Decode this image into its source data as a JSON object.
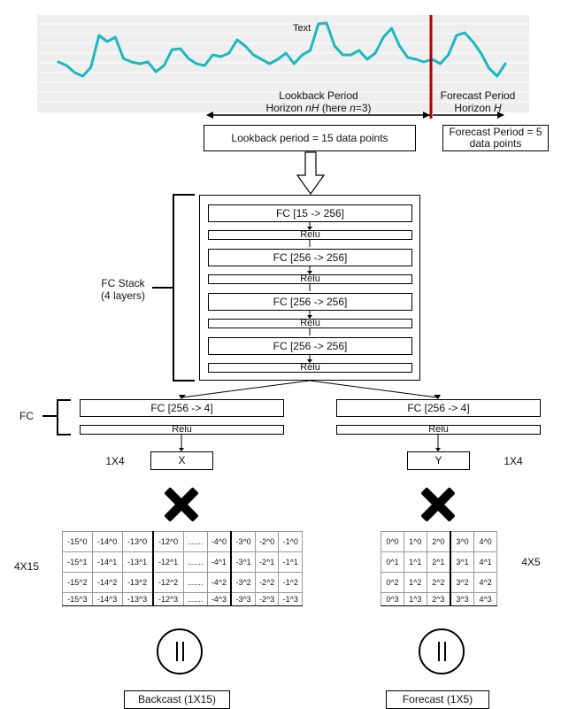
{
  "chart": {
    "text_label": "Text",
    "values": [
      52,
      48,
      40,
      36,
      46,
      82,
      75,
      80,
      56,
      52,
      50,
      52,
      41,
      48,
      66,
      67,
      56,
      50,
      48,
      60,
      58,
      62,
      77,
      70,
      60,
      55,
      50,
      55,
      62,
      50,
      60,
      65,
      95,
      96,
      70,
      60,
      60,
      65,
      55,
      62,
      80,
      90,
      70,
      57,
      55,
      52,
      55,
      50,
      60,
      82,
      85,
      75,
      62,
      45,
      36,
      50
    ],
    "forecast_split_index": 45,
    "colors": {
      "line": "#1cb8c0",
      "divider": "#b20000"
    }
  },
  "header": {
    "lookback_title": "Lookback Period",
    "lookback_horizon_prefix": "Horizon ",
    "lookback_horizon_var": "nH",
    "lookback_horizon_mid": " (here ",
    "lookback_horizon_n": "n",
    "lookback_horizon_suffix": "=3)",
    "forecast_title": "Forecast Period",
    "forecast_horizon_prefix": "Horizon ",
    "forecast_horizon_var": "H"
  },
  "lookback_box": "Lookback period = 15 data points",
  "forecast_box": "Forecast Period = 5 data points",
  "fc_stack": {
    "label": "FC Stack\n(4 layers)",
    "layers": [
      "FC [15 -> 256]",
      "FC [256 -> 256]",
      "FC [256 -> 256]",
      "FC [256 -> 256]"
    ],
    "relu": "Relu"
  },
  "fc_label": "FC",
  "left_branch": {
    "fc": "FC [256 -> 4]",
    "relu": "Relu",
    "output": "X",
    "dim": "1X4"
  },
  "right_branch": {
    "fc": "FC [256 -> 4]",
    "relu": "Relu",
    "output": "Y",
    "dim": "1X4"
  },
  "backcast_matrix": {
    "dim": "4X15",
    "rows": [
      [
        "-15^0",
        "-14^0",
        "-13^0",
        "-12^0",
        ".......",
        "-4^0",
        "-3^0",
        "-2^0",
        "-1^0"
      ],
      [
        "-15^1",
        "-14^1",
        "-13^1",
        "-12^1",
        ".......",
        "-4^1",
        "-3^1",
        "-2^1",
        "-1^1"
      ],
      [
        "-15^2",
        "-14^2",
        "-13^2",
        "-12^2",
        ".......",
        "-4^2",
        "-3^2",
        "-2^2",
        "-1^2"
      ],
      [
        "-15^3",
        "-14^3",
        "-13^3",
        "-12^3",
        ".......",
        "-4^3",
        "-3^3",
        "-2^3",
        "-1^3"
      ]
    ]
  },
  "forecast_matrix": {
    "dim": "4X5",
    "rows": [
      [
        "0^0",
        "1^0",
        "2^0",
        "3^0",
        "4^0"
      ],
      [
        "0^1",
        "1^1",
        "2^1",
        "3^1",
        "4^1"
      ],
      [
        "0^2",
        "1^2",
        "2^2",
        "3^2",
        "4^2"
      ],
      [
        "0^3",
        "1^3",
        "2^3",
        "3^3",
        "4^3"
      ]
    ]
  },
  "backcast_output": "Backcast (1X15)",
  "forecast_output": "Forecast (1X5)"
}
